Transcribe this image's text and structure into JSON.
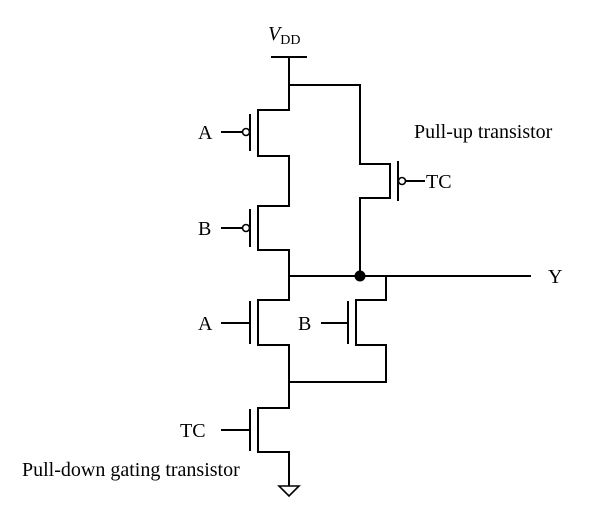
{
  "diagram": {
    "supply_label_main": "V",
    "supply_label_sub": "DD",
    "output_label": "Y",
    "input_labels": {
      "pmos_a": "A",
      "pmos_b": "B",
      "pmos_tc": "TC",
      "nmos_a": "A",
      "nmos_b": "B",
      "nmos_tc": "TC"
    },
    "captions": {
      "pull_up": "Pull-up transistor",
      "pull_down": "Pull-down gating transistor"
    }
  }
}
